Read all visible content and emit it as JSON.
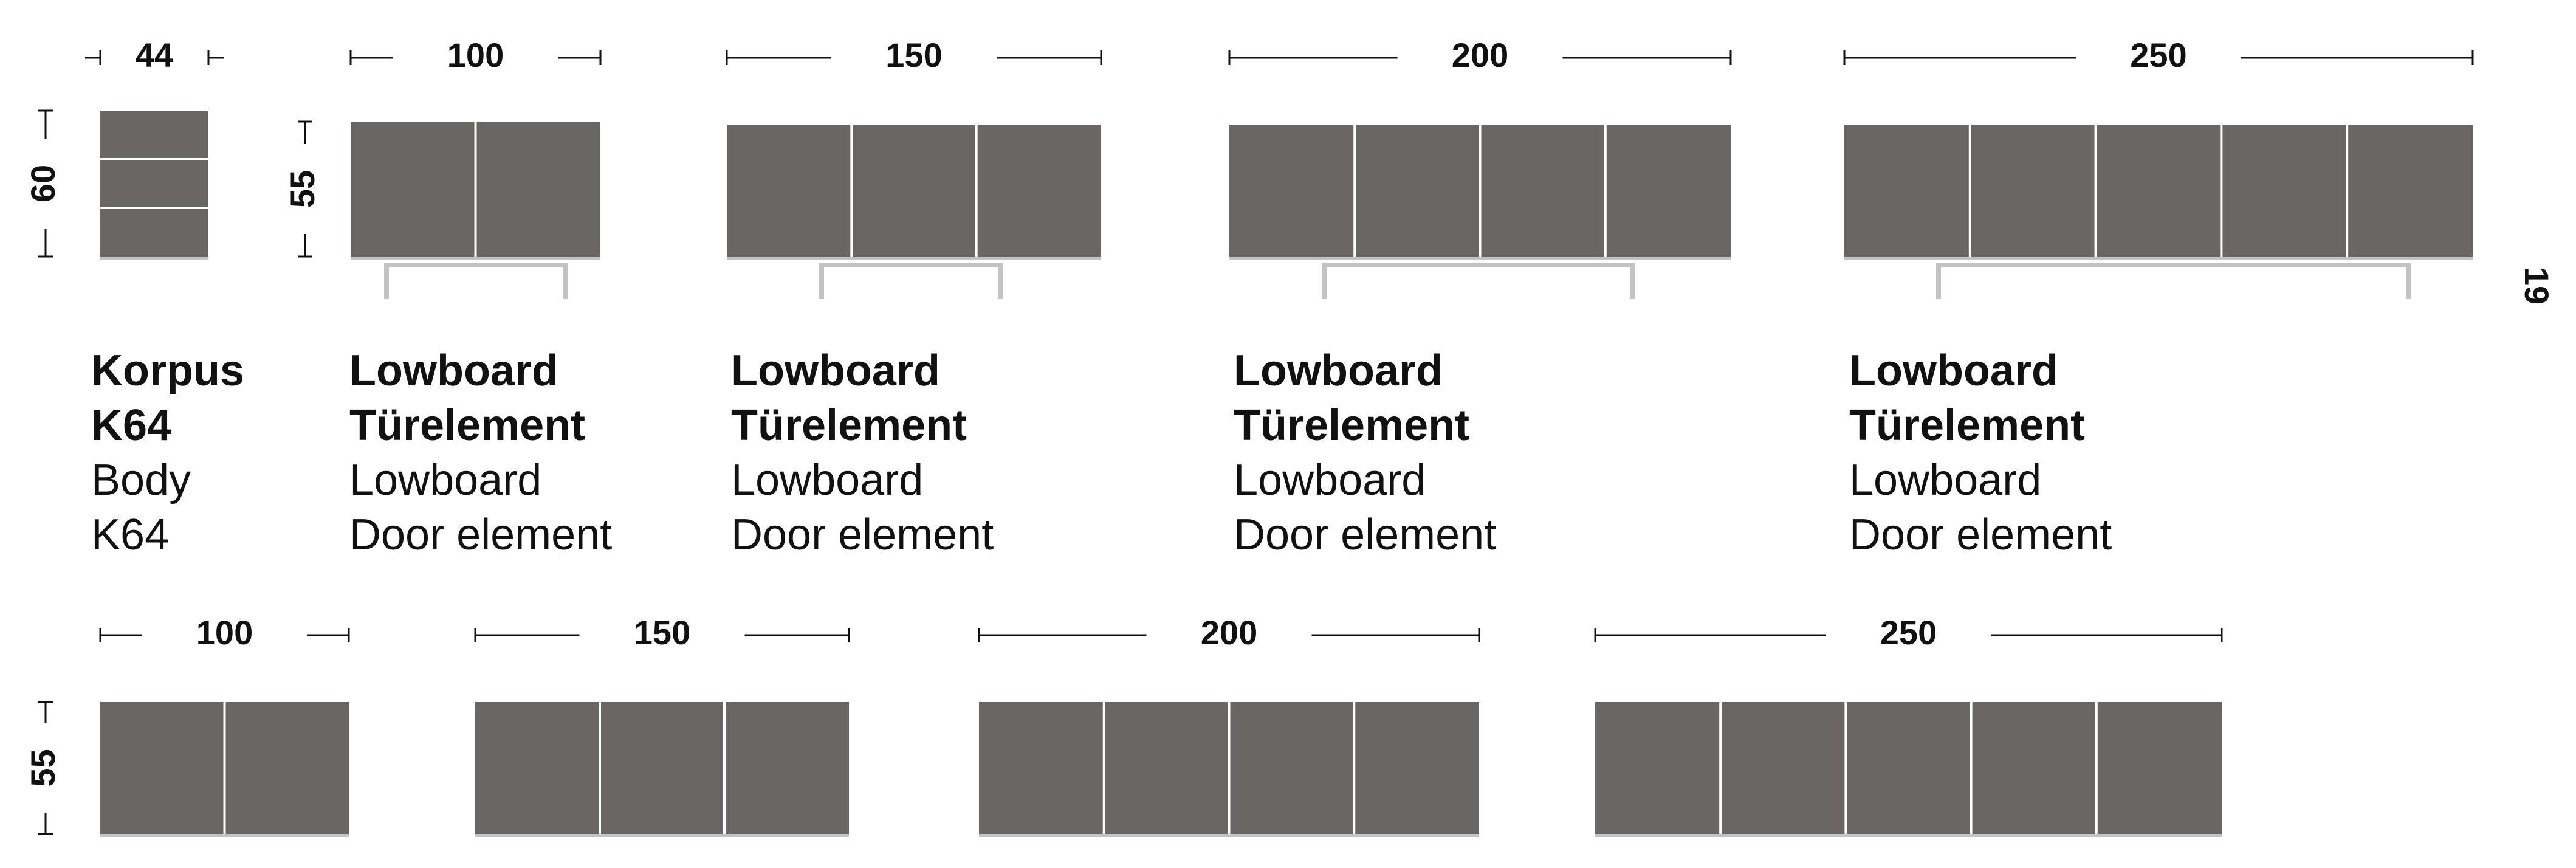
{
  "colors": {
    "panel": "#6a6663",
    "seam": "#ffffff",
    "stand": "#c3c3c3",
    "line": "#111111"
  },
  "top_row": [
    {
      "width_label": "44",
      "height_label": "60",
      "doors": 3,
      "orientation": "horizontal",
      "stand": false,
      "caption": {
        "de": [
          "Korpus",
          "K64"
        ],
        "en": [
          "Body",
          "K64"
        ]
      }
    },
    {
      "width_label": "100",
      "height_label": "55",
      "doors": 2,
      "orientation": "vertical",
      "stand": true,
      "caption": {
        "de": [
          "Lowboard",
          "Türelement"
        ],
        "en": [
          "Lowboard",
          "Door element"
        ]
      }
    },
    {
      "width_label": "150",
      "height_label": "",
      "doors": 3,
      "orientation": "vertical",
      "stand": true,
      "caption": {
        "de": [
          "Lowboard",
          "Türelement"
        ],
        "en": [
          "Lowboard",
          "Door element"
        ]
      }
    },
    {
      "width_label": "200",
      "height_label": "",
      "doors": 4,
      "orientation": "vertical",
      "stand": true,
      "caption": {
        "de": [
          "Lowboard",
          "Türelement"
        ],
        "en": [
          "Lowboard",
          "Door element"
        ]
      }
    },
    {
      "width_label": "250",
      "height_label": "",
      "doors": 5,
      "orientation": "vertical",
      "stand": true,
      "caption": {
        "de": [
          "Lowboard",
          "Türelement"
        ],
        "en": [
          "Lowboard",
          "Door element"
        ]
      }
    }
  ],
  "bottom_row": [
    {
      "width_label": "100",
      "height_label": "55",
      "doors": 2
    },
    {
      "width_label": "150",
      "height_label": "",
      "doors": 3
    },
    {
      "width_label": "200",
      "height_label": "",
      "doors": 4
    },
    {
      "width_label": "250",
      "height_label": "",
      "doors": 5
    }
  ],
  "side_label": "19"
}
